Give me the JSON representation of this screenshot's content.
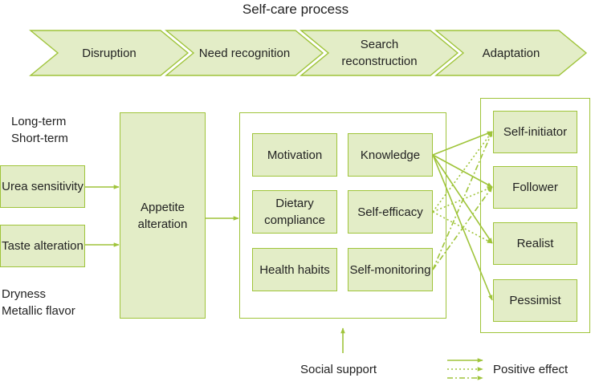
{
  "title": "Self-care process",
  "stages": [
    {
      "label": "Disruption"
    },
    {
      "label": "Need recognition"
    },
    {
      "label": "Search reconstruction"
    },
    {
      "label": "Adaptation"
    }
  ],
  "left_labels": {
    "duration": [
      "Long-term",
      "Short-term"
    ],
    "symptoms": [
      "Dryness",
      "Metallic flavor"
    ]
  },
  "factors": [
    {
      "label": "Urea sensitivity"
    },
    {
      "label": "Taste alteration"
    }
  ],
  "appetite": "Appetite alteration",
  "inner": [
    "Motivation",
    "Knowledge",
    "Dietary compliance",
    "Self-efficacy",
    "Health habits",
    "Self-monitoring"
  ],
  "outcomes": [
    "Self-initiator",
    "Follower",
    "Realist",
    "Pessimist"
  ],
  "social_support": "Social support",
  "legend": {
    "positive": "Positive effect"
  },
  "colors": {
    "accent": "#9fc43a",
    "fill": "#e3edc7"
  }
}
